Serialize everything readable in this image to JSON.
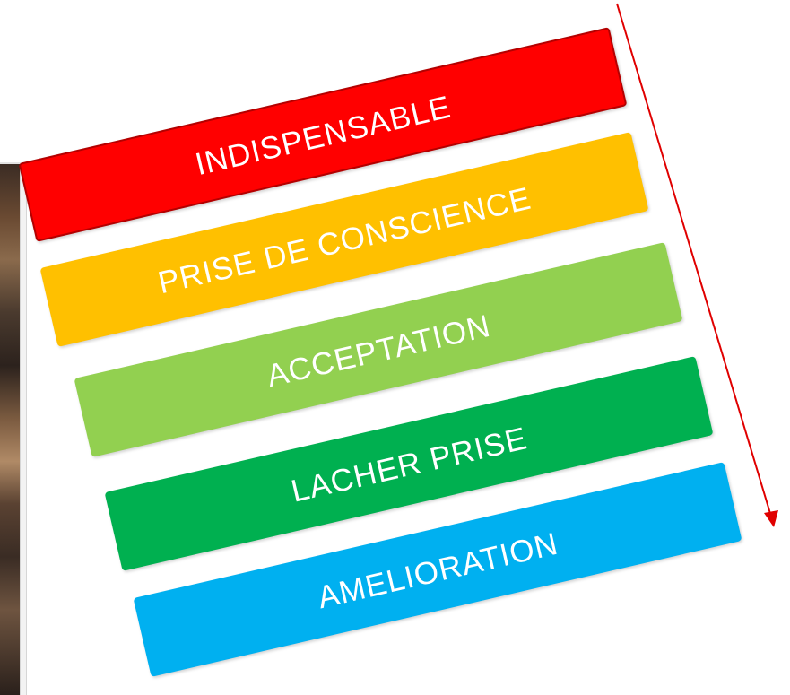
{
  "diagram": {
    "steps": [
      {
        "label": "INDISPENSABLE",
        "color": "#ff0000"
      },
      {
        "label": "PRISE DE CONSCIENCE",
        "color": "#ffc000"
      },
      {
        "label": "ACCEPTATION",
        "color": "#92d050"
      },
      {
        "label": "LACHER PRISE",
        "color": "#00b050"
      },
      {
        "label": "AMELIORATION",
        "color": "#00b0f0"
      }
    ],
    "arrow_color": "#e00000"
  }
}
